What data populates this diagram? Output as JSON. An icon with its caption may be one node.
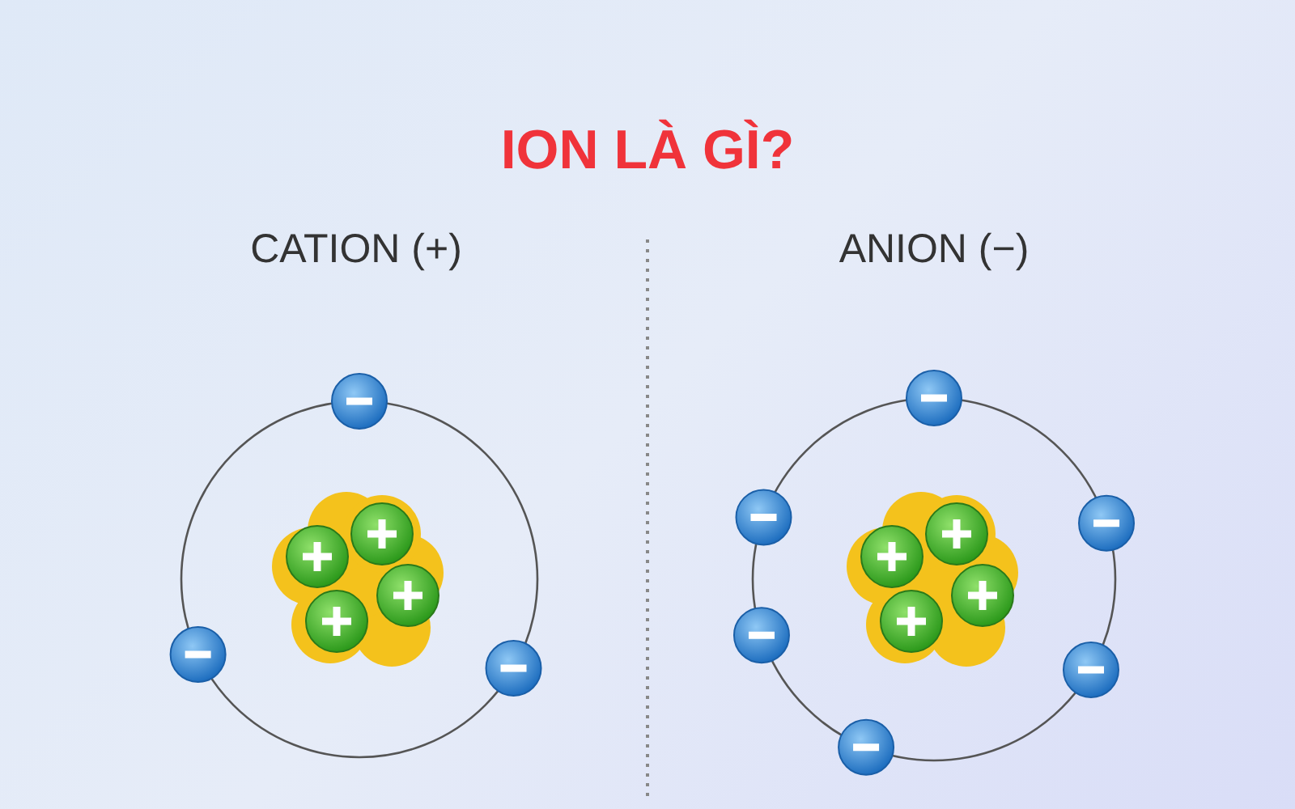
{
  "diagram": {
    "title": "ION LÀ GÌ?",
    "labels": [
      "CATION (+)",
      "ANION (−)"
    ]
  }
}
